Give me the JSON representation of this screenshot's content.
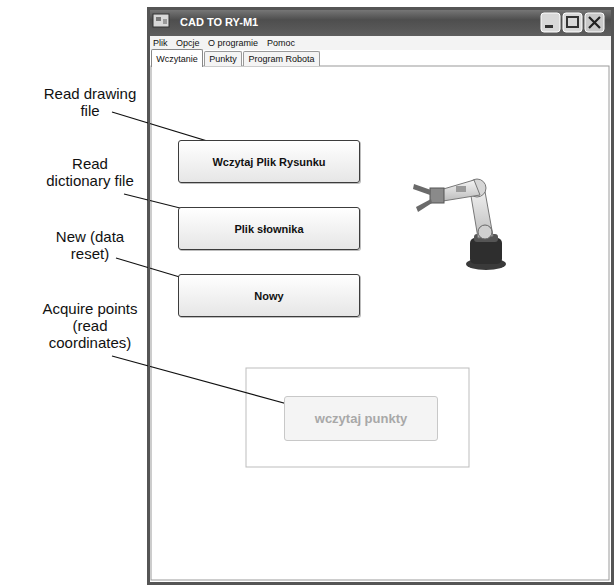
{
  "diagram": {
    "nodes": [
      {
        "text": [
          "CAD TO RY-M1"
        ]
      },
      {
        "text": [
          "Wczytanie"
        ],
        "in": 0
      },
      {
        "text": [
          "Punkty"
        ],
        "in": 0
      },
      {
        "text": [
          "Program Robota"
        ],
        "in": 0
      },
      {
        "text": [
          "Wczytaj Plik Rysunku"
        ],
        "in": 0
      },
      {
        "text": [
          "Plik słownika"
        ],
        "in": 0
      },
      {
        "text": [
          "Nowy"
        ],
        "in": 0
      },
      {
        "text": [
          "wczytaj punkty"
        ],
        "in": 0
      }
    ],
    "labels": [
      "Plik",
      "Opcje",
      "O programie",
      "Pomoc",
      "Read drawing file",
      "Read dictionary file",
      "New (data reset)",
      "Acquire points (read coordinates)"
    ]
  }
}
